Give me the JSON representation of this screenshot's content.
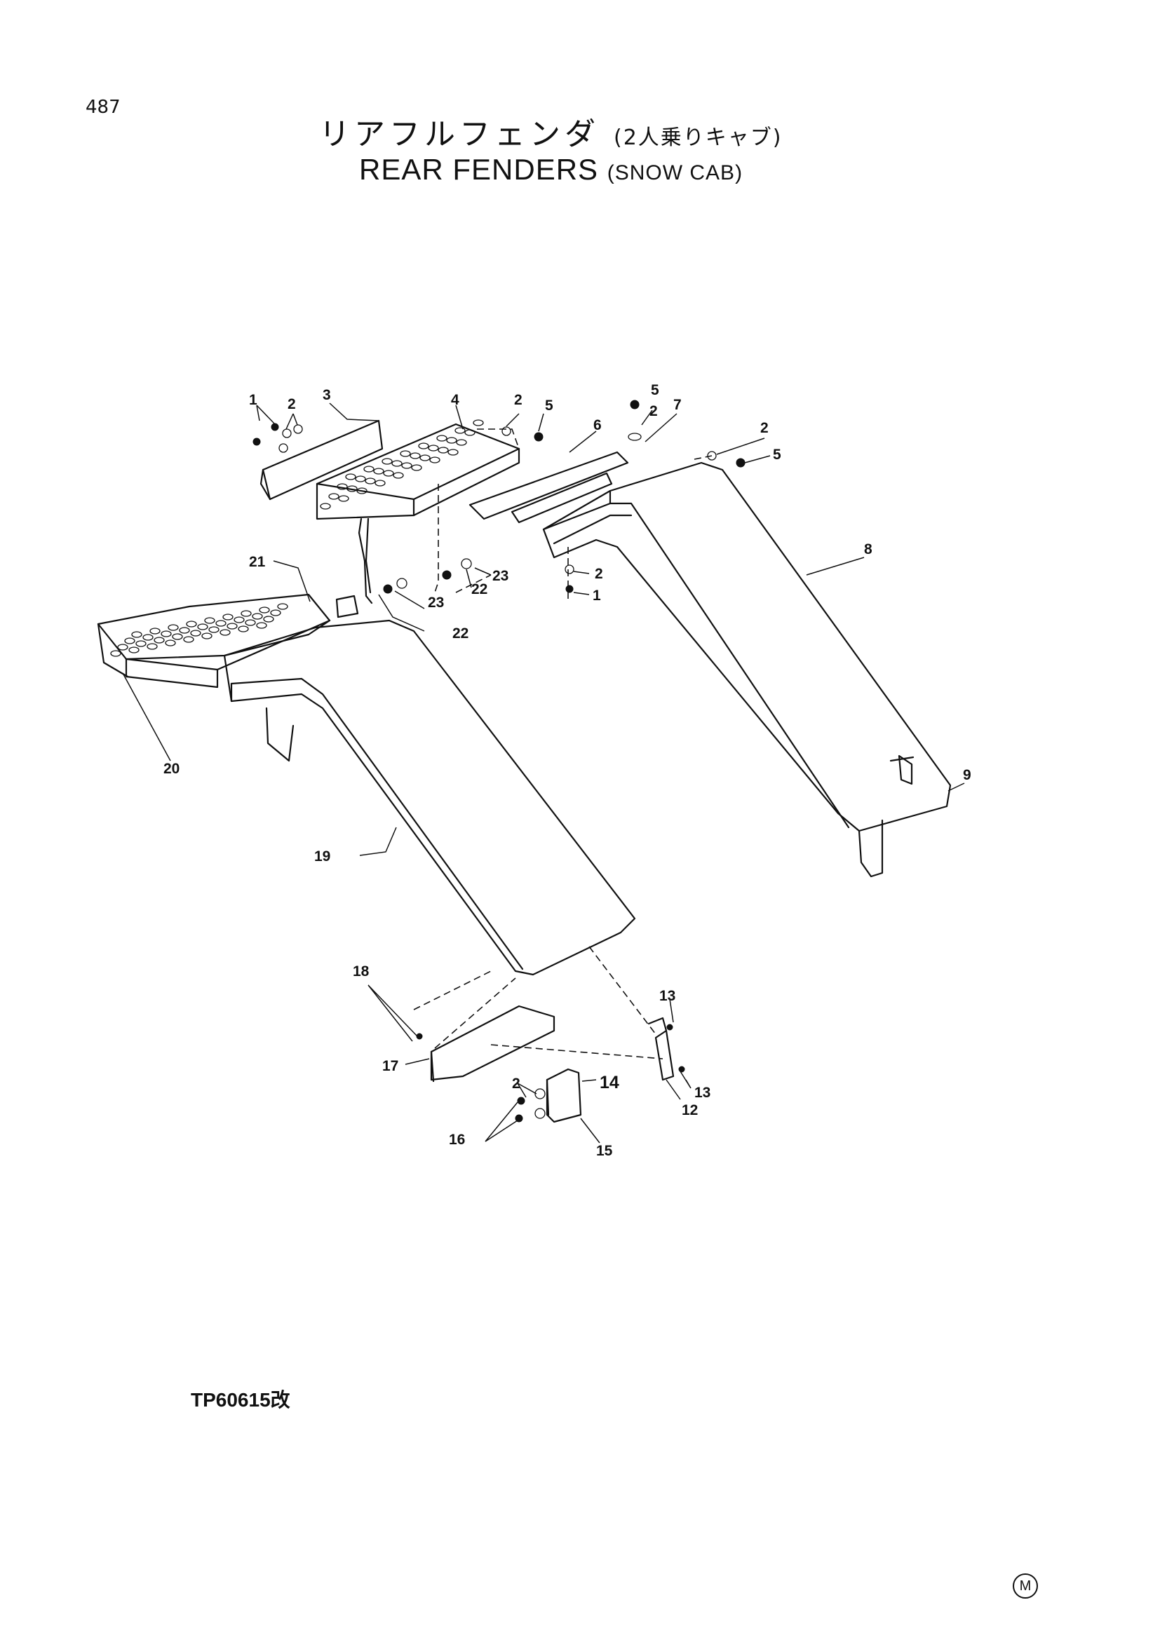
{
  "page_number": "487",
  "title_jp": "リアフルフェンダ",
  "title_jp_sub": "(2人乗りキャブ)",
  "title_en": "REAR FENDERS",
  "title_en_sub": "(SNOW CAB)",
  "drawing_code": "TP60615改",
  "corner_mark": "M",
  "callouts": {
    "c1a": "1",
    "c2a": "2",
    "c3": "3",
    "c4": "4",
    "c2b": "2",
    "c5a": "5",
    "c5b": "5",
    "c2c": "2",
    "c7": "7",
    "c6": "6",
    "c2d": "2",
    "c5c": "5",
    "c8": "8",
    "c21": "21",
    "c23a": "23",
    "c22a": "22",
    "c23b": "23",
    "c22b": "22",
    "c2e": "2",
    "c1b": "1",
    "c20": "20",
    "c9": "9",
    "c19": "19",
    "c18": "18",
    "c13a": "13",
    "c17": "17",
    "c2f": "2",
    "c14": "14",
    "c13b": "13",
    "c12": "12",
    "c16": "16",
    "c15": "15"
  }
}
